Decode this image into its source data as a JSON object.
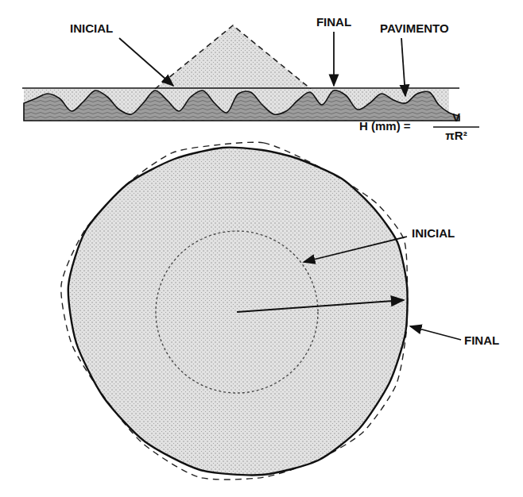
{
  "diagram": {
    "labels": [
      "INICIAL",
      "FINAL",
      "PAVIMENTO",
      "H (mm) =",
      "V",
      "πR²",
      "INICIAL",
      "FINAL"
    ]
  }
}
